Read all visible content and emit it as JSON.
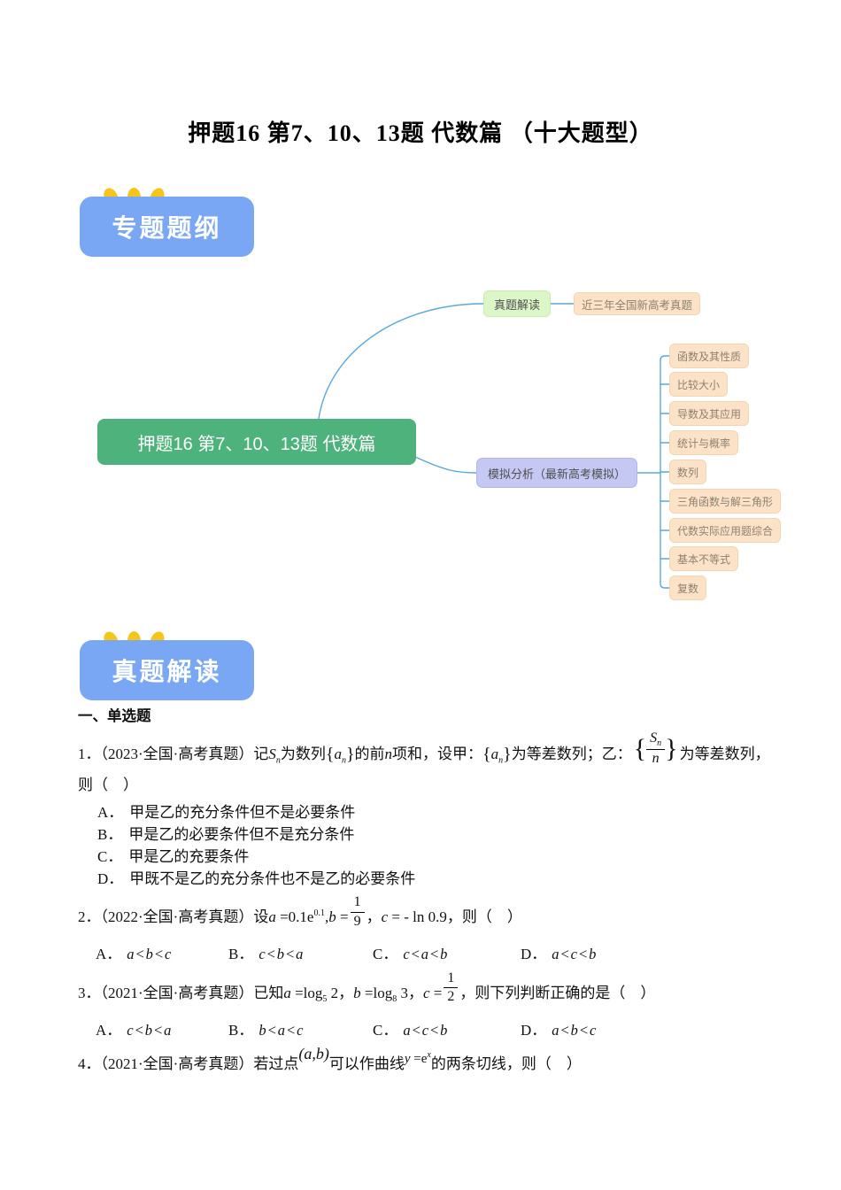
{
  "page": {
    "title": "押题16 第7、10、13题 代数篇 （十大题型）"
  },
  "badges": {
    "outline": "专题题纲",
    "exam": "真题解读"
  },
  "mindmap": {
    "root": "押题16 第7、10、13题 代数篇",
    "branch_real": {
      "label": "真题解读",
      "child": "近三年全国新高考真题"
    },
    "branch_mock": {
      "label": "模拟分析（最新高考模拟）",
      "children": [
        "函数及其性质",
        "比较大小",
        "导数及其应用",
        "统计与概率",
        "数列",
        "三角函数与解三角形",
        "代数实际应用题综合",
        "基本不等式",
        "复数"
      ]
    },
    "colors": {
      "root_bg": "#4eb27c",
      "real_bg": "#dcf6c8",
      "mock_bg": "#c5c8f3",
      "leaf_bg": "#fce3c7",
      "connector": "#5aa7dc",
      "badge_bg": "#7aa7f3",
      "badge_dot": "#f6c51b"
    }
  },
  "doc": {
    "section": "一、单选题",
    "q1": {
      "num": "1．",
      "src": "（2023·全国·高考真题）",
      "t1": "记",
      "S": "S",
      "sub_n": "n",
      "a": "a",
      "n": "n",
      "lbrace": "{",
      "rbrace": "}",
      "t2": "为数列",
      "t3": "的前",
      "t4": "项和，设甲：",
      "t5": "为等差数列；乙：",
      "t6": "为等差数列，",
      "t7": "则（　）",
      "options": [
        {
          "label": "A．",
          "text": "甲是乙的充分条件但不是必要条件"
        },
        {
          "label": "B．",
          "text": "甲是乙的必要条件但不是充分条件"
        },
        {
          "label": "C．",
          "text": "甲是乙的充要条件"
        },
        {
          "label": "D．",
          "text": "甲既不是乙的充分条件也不是乙的必要条件"
        }
      ]
    },
    "q2": {
      "num": "2．",
      "src": "（2022·全国·高考真题）",
      "t1": "设",
      "a": "a",
      "eq1": "=",
      "coef": "0.1e",
      "exp1": "0.1",
      "comma1": ",",
      "b": "b",
      "eq2": "=",
      "f_num": "1",
      "f_den": "9",
      "t2": "，",
      "c": "c",
      "eq3": "= -",
      "lnterm": "ln 0.9",
      "t3": "，则（　）",
      "options": [
        {
          "label": "A．",
          "text": "a<b<c"
        },
        {
          "label": "B．",
          "text": "c<b<a"
        },
        {
          "label": "C．",
          "text": "c<a<b"
        },
        {
          "label": "D．",
          "text": "a<c<b"
        }
      ]
    },
    "q3": {
      "num": "3．",
      "src": "（2021·全国·高考真题）",
      "t1": "已知",
      "a": "a",
      "eq1": "=",
      "log1": "log",
      "base1": "5",
      "arg1": "2",
      "comma1": "，",
      "b": "b",
      "eq2": "=",
      "log2": "log",
      "base2": "8",
      "arg2": "3",
      "comma2": "，",
      "c": "c",
      "eq3": "=",
      "f_num": "1",
      "f_den": "2",
      "t2": "，则下列判断正确的是（　）",
      "options": [
        {
          "label": "A．",
          "text": "c<b<a"
        },
        {
          "label": "B．",
          "text": "b<a<c"
        },
        {
          "label": "C．",
          "text": "a<c<b"
        },
        {
          "label": "D．",
          "text": "a<b<c"
        }
      ]
    },
    "q4": {
      "num": "4．",
      "src": "（2021·全国·高考真题）",
      "t1": "若过点",
      "point": "(a,b)",
      "t2": "可以作曲线",
      "y": "y",
      "eq": "=",
      "e": "e",
      "exp": "x",
      "t3": "的两条切线，则（　）"
    }
  }
}
